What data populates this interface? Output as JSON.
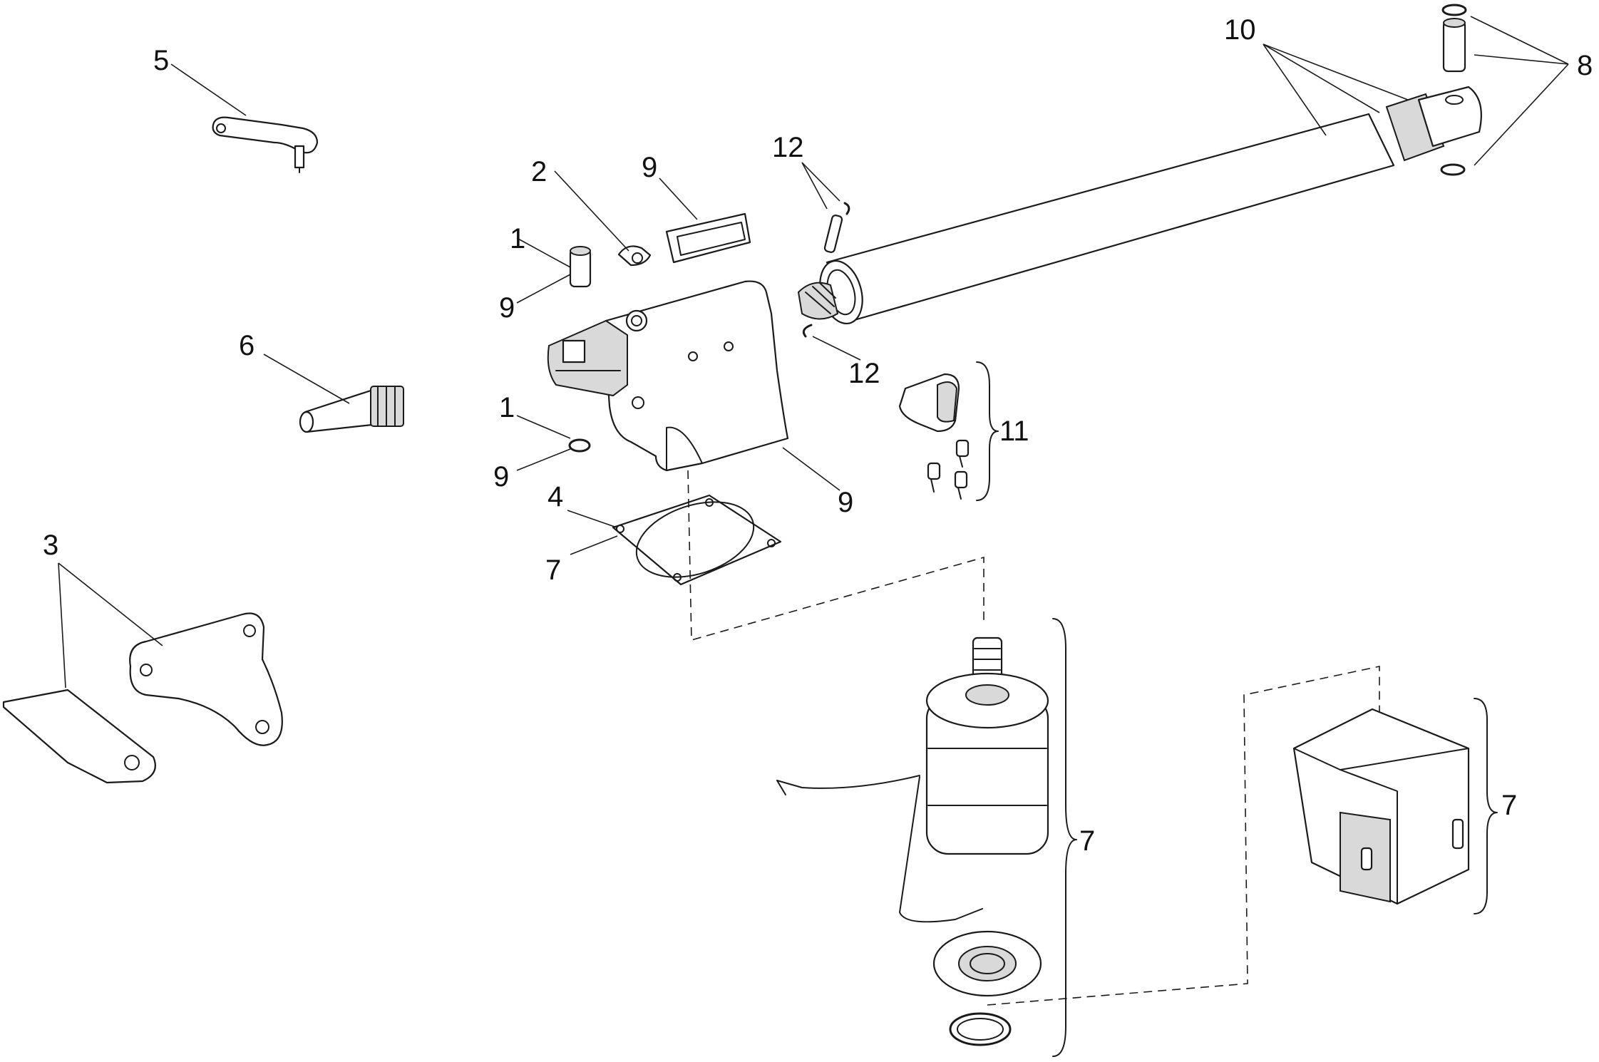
{
  "callouts": [
    {
      "id": "c1a",
      "text": "1"
    },
    {
      "id": "c1b",
      "text": "1"
    },
    {
      "id": "c2",
      "text": "2"
    },
    {
      "id": "c3",
      "text": "3"
    },
    {
      "id": "c4",
      "text": "4"
    },
    {
      "id": "c5",
      "text": "5"
    },
    {
      "id": "c6",
      "text": "6"
    },
    {
      "id": "c7a",
      "text": "7"
    },
    {
      "id": "c7b",
      "text": "7"
    },
    {
      "id": "c7c",
      "text": "7"
    },
    {
      "id": "c8",
      "text": "8"
    },
    {
      "id": "c9a",
      "text": "9"
    },
    {
      "id": "c9b",
      "text": "9"
    },
    {
      "id": "c9c",
      "text": "9"
    },
    {
      "id": "c9d",
      "text": "9"
    },
    {
      "id": "c10",
      "text": "10"
    },
    {
      "id": "c11",
      "text": "11"
    },
    {
      "id": "c12a",
      "text": "12"
    },
    {
      "id": "c12b",
      "text": "12"
    }
  ]
}
